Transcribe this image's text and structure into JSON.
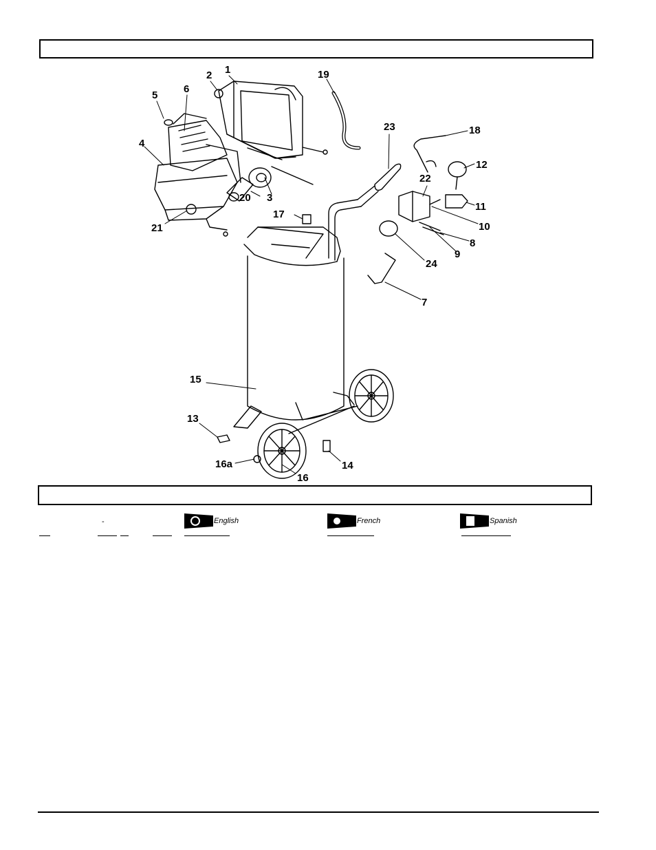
{
  "diagram": {
    "callouts": [
      "1",
      "2",
      "3",
      "4",
      "5",
      "6",
      "7",
      "8",
      "9",
      "10",
      "11",
      "12",
      "13",
      "14",
      "15",
      "16",
      "16a",
      "17",
      "18",
      "19",
      "20",
      "21",
      "22",
      "23",
      "24"
    ]
  },
  "legend": {
    "languages": [
      {
        "label": "English",
        "icon": "badge-filled-circle-icon"
      },
      {
        "label": "French",
        "icon": "badge-black-white-dot-icon"
      },
      {
        "label": "Spanish",
        "icon": "badge-half-white-icon"
      }
    ],
    "dash_mark": "-"
  }
}
